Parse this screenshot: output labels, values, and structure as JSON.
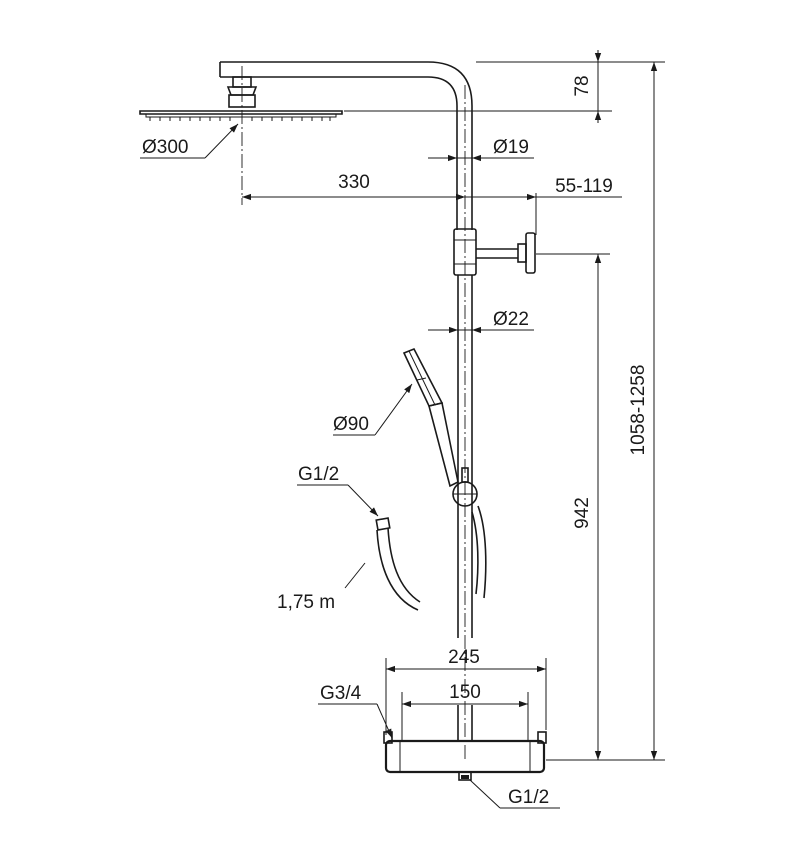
{
  "dimensions": {
    "head_diameter": "Ø300",
    "arm_reach": "330",
    "arm_height": "78",
    "arm_pipe_diameter": "Ø19",
    "wall_bracket_offset": "55-119",
    "riser_diameter": "Ø22",
    "hand_shower_diameter": "Ø90",
    "total_height": "1058-1258",
    "bracket_height": "942",
    "mixer_width": "245",
    "connection_spacing": "150"
  },
  "connections": {
    "hose_connection": "G1/2",
    "hose_length": "1,75 m",
    "inlet_thread": "G3/4",
    "outlet_thread": "G1/2"
  },
  "colors": {
    "ink": "#1a1a1a",
    "paper": "#ffffff"
  }
}
